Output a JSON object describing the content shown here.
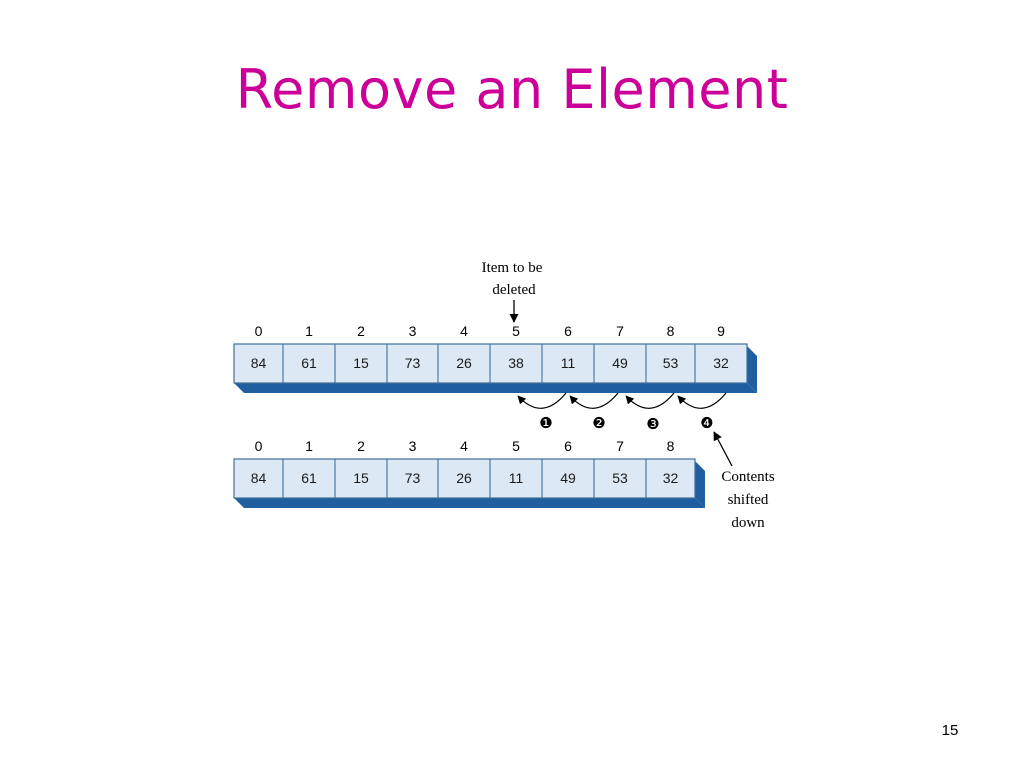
{
  "slide": {
    "title": "Remove an Element",
    "page_number": "15"
  },
  "diagram": {
    "callout_top": [
      "Item to be",
      "deleted"
    ],
    "callout_bottom": [
      "Contents",
      "shifted",
      "down"
    ],
    "before": {
      "indices": [
        "0",
        "1",
        "2",
        "3",
        "4",
        "5",
        "6",
        "7",
        "8",
        "9"
      ],
      "values": [
        "84",
        "61",
        "15",
        "73",
        "26",
        "38",
        "11",
        "49",
        "53",
        "32"
      ]
    },
    "after": {
      "indices": [
        "0",
        "1",
        "2",
        "3",
        "4",
        "5",
        "6",
        "7",
        "8"
      ],
      "values": [
        "84",
        "61",
        "15",
        "73",
        "26",
        "11",
        "49",
        "53",
        "32"
      ]
    },
    "steps": [
      "❶",
      "❷",
      "❸",
      "❹"
    ],
    "colors": {
      "cell_fill": "#dce9f5",
      "cell_border": "#3f6f9a",
      "shadow": "#1f5f9f",
      "title": "#cc0099"
    }
  }
}
